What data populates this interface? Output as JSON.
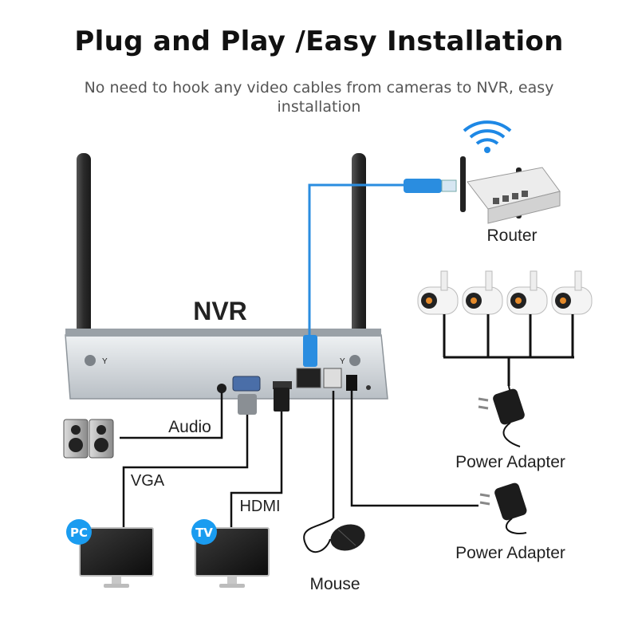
{
  "title": "Plug and Play /Easy Installation",
  "subtitle": "No need to hook any video cables from cameras to NVR, easy installation",
  "nvr_label": "NVR",
  "labels": {
    "router": "Router",
    "audio": "Audio",
    "vga": "VGA",
    "hdmi": "HDMI",
    "mouse": "Mouse",
    "power_adapter_1": "Power Adapter",
    "power_adapter_2": "Power Adapter",
    "pc_badge": "PC",
    "tv_badge": "TV"
  },
  "icons": {
    "wifi": "wifi-icon",
    "router": "router-icon",
    "camera": "camera-icon",
    "speaker": "speaker-icon",
    "monitor": "monitor-icon",
    "mouse": "mouse-icon",
    "adapter": "power-adapter-icon"
  },
  "colors": {
    "network_cable": "#2a8de0",
    "wire": "#111111",
    "badge": "#1a9cf0",
    "nvr_body": "#c9ced3"
  }
}
